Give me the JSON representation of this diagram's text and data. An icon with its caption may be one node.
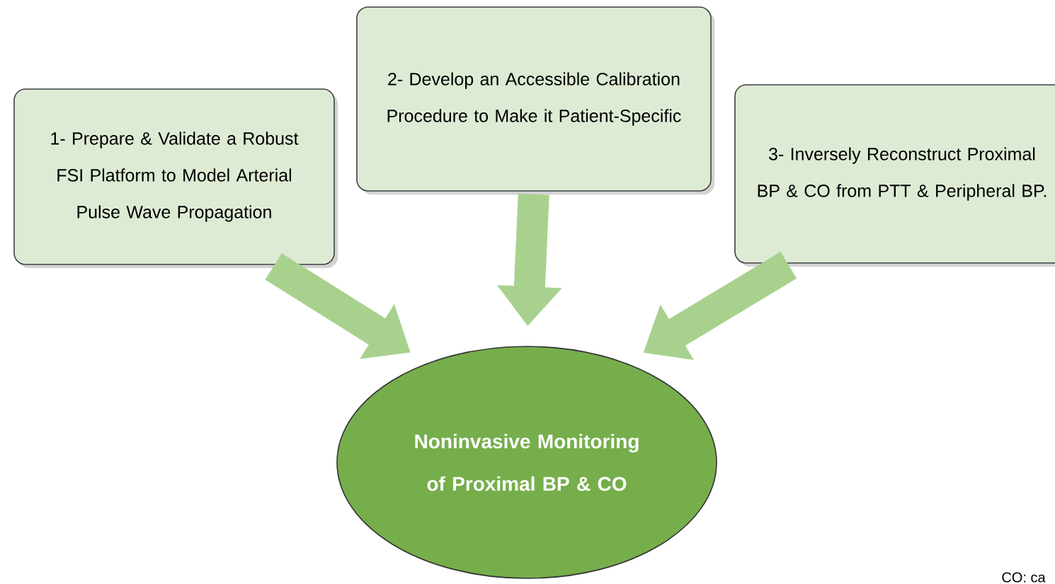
{
  "diagram": {
    "nodes": [
      {
        "text": [
          "1- Prepare & Validate a Robust FSI Platform to Model Arterial Pulse Wave Propagation"
        ]
      },
      {
        "text": [
          "2- Develop an Accessible Calibration Procedure to Make it Patient-Specific"
        ]
      },
      {
        "text": [
          "3- Inversely Reconstruct Proximal BP & CO from PTT & Peripheral BP."
        ]
      },
      {
        "text": [
          "Noninvasive Monitoring of Proximal BP & CO"
        ]
      }
    ],
    "edges": [
      {
        "from": 0,
        "to": 3,
        "arrow": "to"
      },
      {
        "from": 1,
        "to": 3,
        "arrow": "to"
      },
      {
        "from": 2,
        "to": 3,
        "arrow": "to"
      }
    ],
    "labels": [
      "CO: ca"
    ]
  }
}
